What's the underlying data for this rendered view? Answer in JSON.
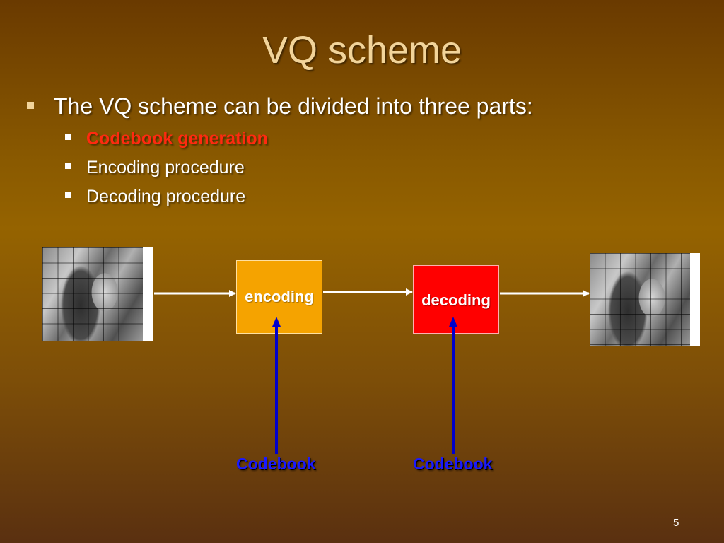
{
  "slide": {
    "title": "VQ scheme",
    "bullet": "The VQ scheme can be divided into three parts:",
    "sub_items": [
      "Codebook generation",
      "Encoding procedure",
      "Decoding procedure"
    ],
    "page_number": "5"
  },
  "diagram": {
    "encoding_label": "encoding",
    "decoding_label": "decoding",
    "codebook_label_1": "Codebook",
    "codebook_label_2": "Codebook",
    "colors": {
      "encoding_box": "#f5a300",
      "decoding_box": "#ff0000",
      "codebook_arrow": "#0000cc",
      "flow_arrow": "#ffffff",
      "highlight_text": "#ff2a10"
    },
    "images": [
      "input-image",
      "output-image"
    ]
  }
}
